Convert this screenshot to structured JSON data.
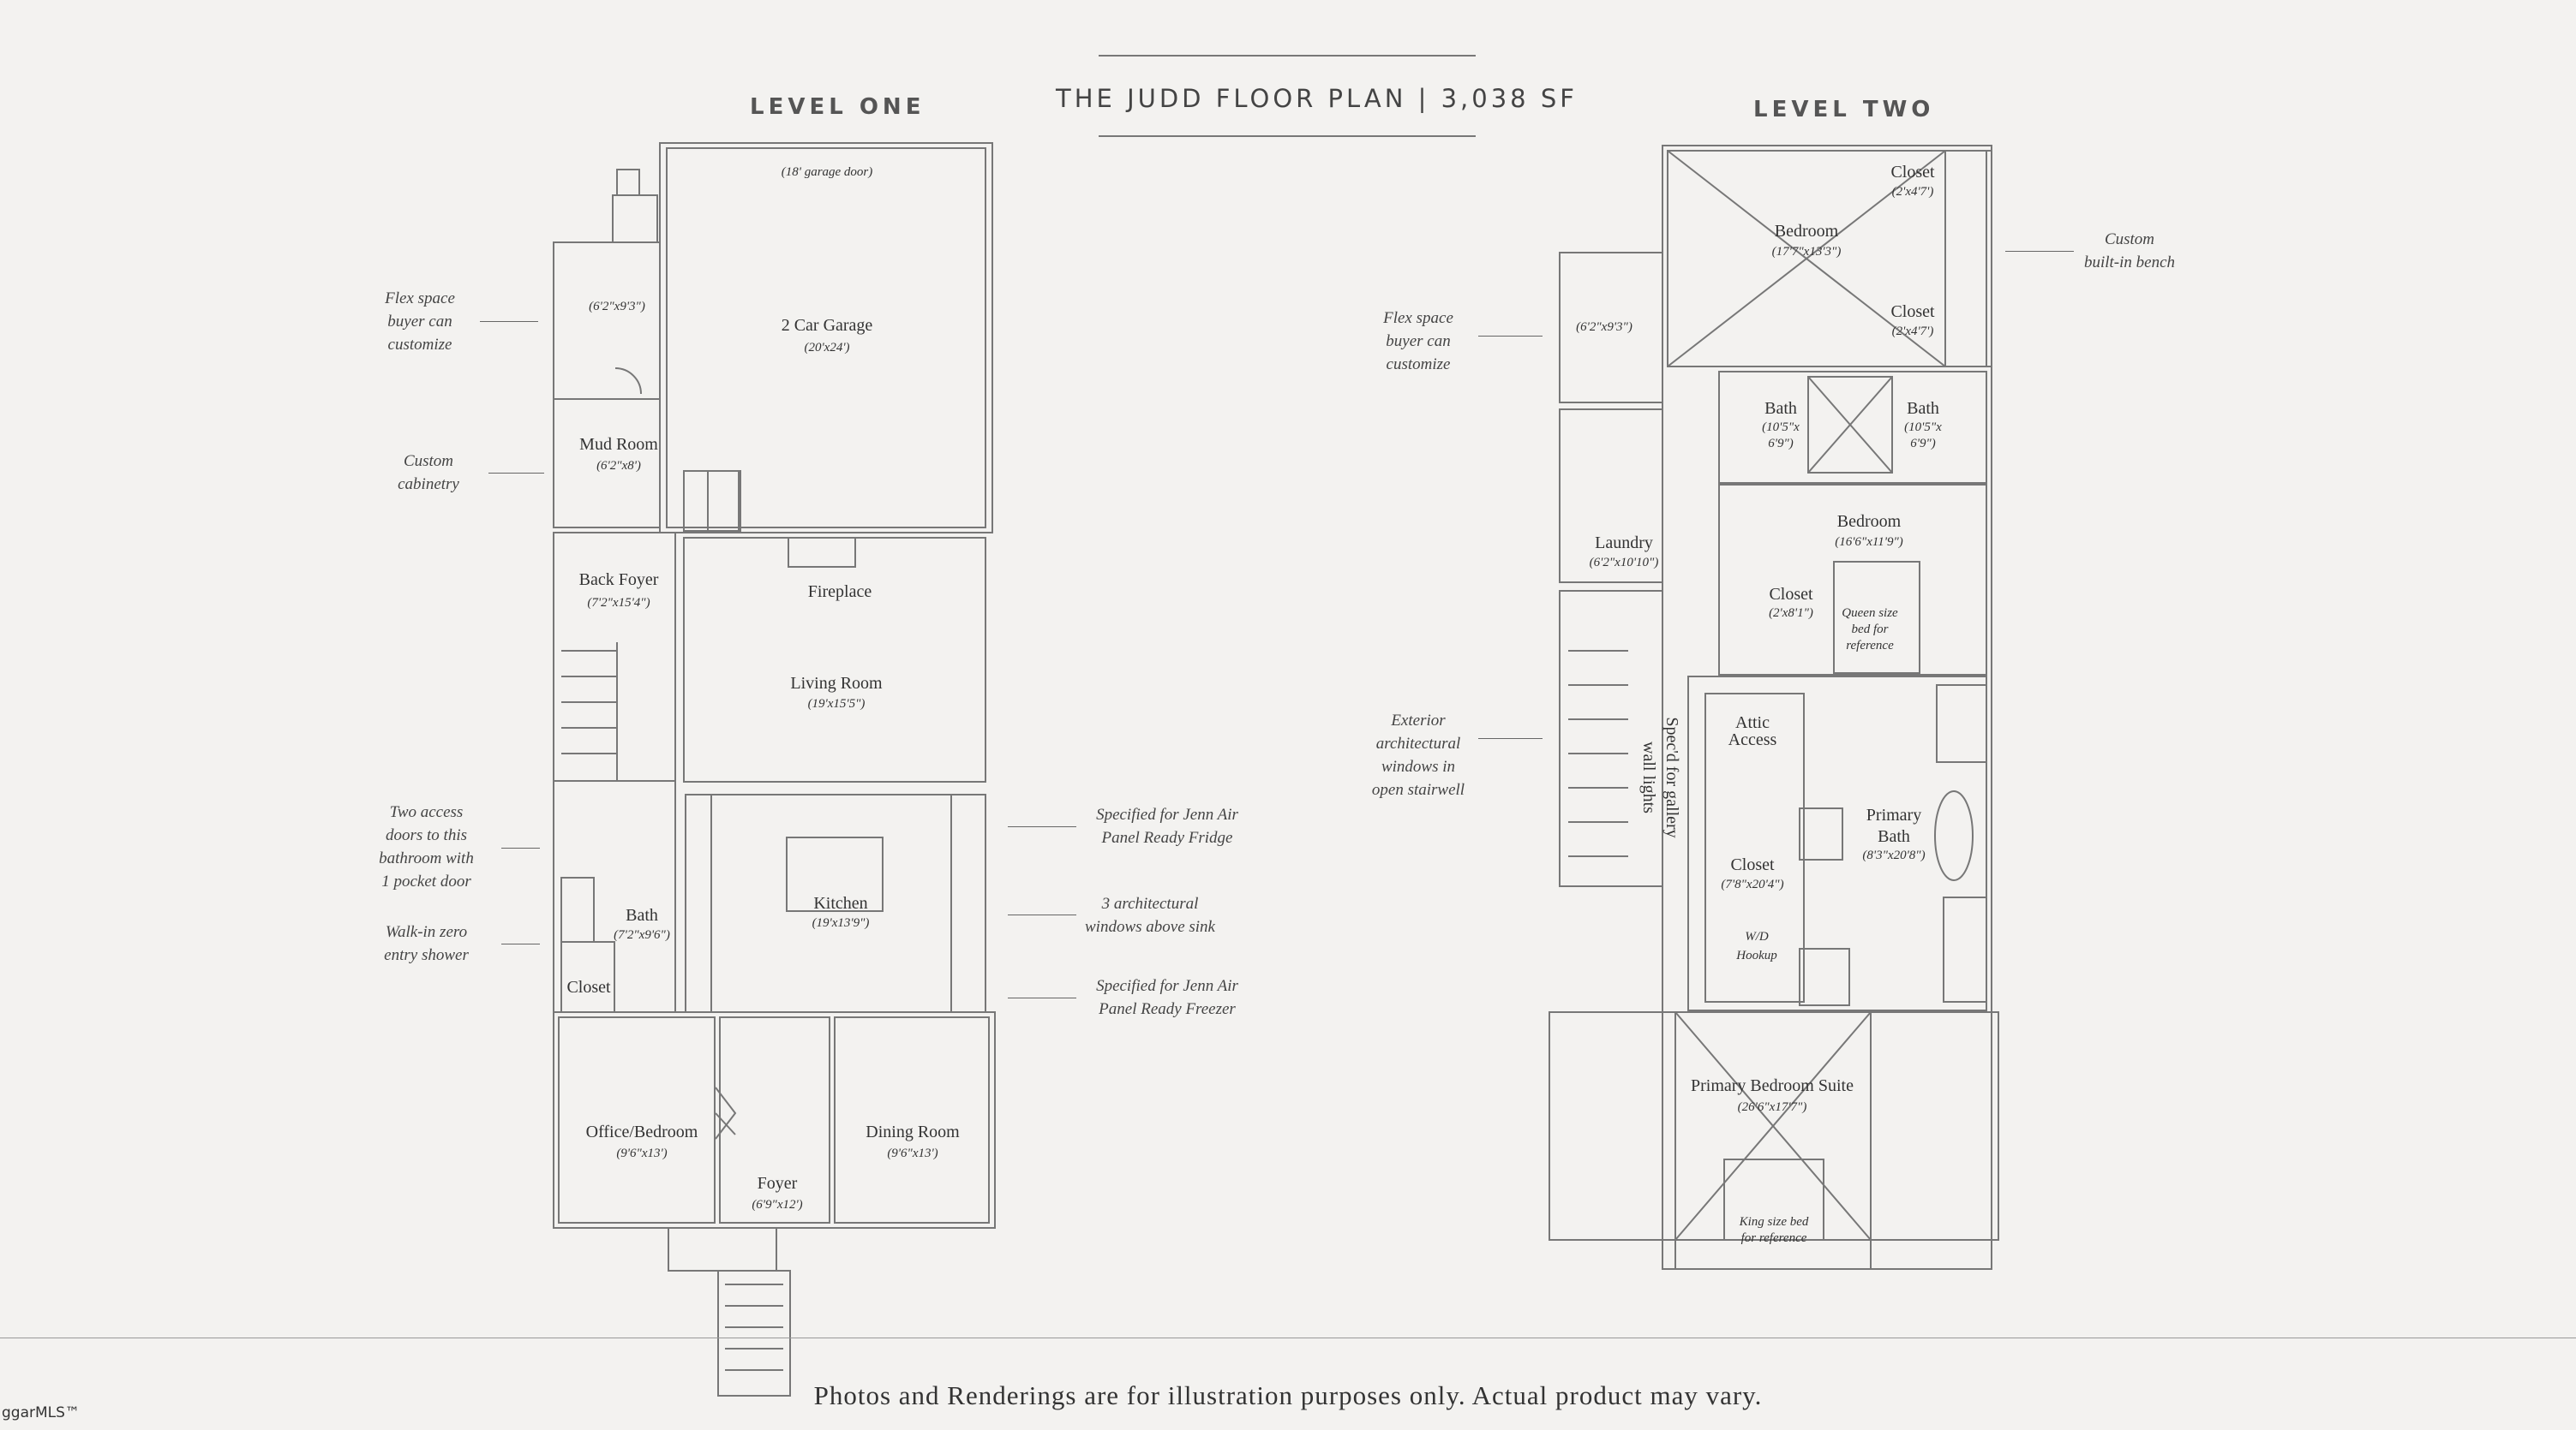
{
  "title": "THE JUDD FLOOR PLAN | 3,038 SF",
  "levels": {
    "one": "LEVEL ONE",
    "two": "LEVEL TWO"
  },
  "level_one": {
    "garage_door": "(18' garage door)",
    "garage": {
      "name": "2 Car Garage",
      "dim": "(20'x24')"
    },
    "flex_dim": "(6'2\"x9'3\")",
    "mud_room": {
      "name": "Mud Room",
      "dim": "(6'2\"x8')"
    },
    "back_foyer": {
      "name": "Back Foyer",
      "dim": "(7'2\"x15'4\")"
    },
    "fireplace": "Fireplace",
    "living_room": {
      "name": "Living Room",
      "dim": "(19'x15'5\")"
    },
    "kitchen": {
      "name": "Kitchen",
      "dim": "(19'x13'9\")"
    },
    "bath": {
      "name": "Bath",
      "dim": "(7'2\"x9'6\")"
    },
    "closet": "Closet",
    "office": {
      "name": "Office/Bedroom",
      "dim": "(9'6\"x13')"
    },
    "dining": {
      "name": "Dining Room",
      "dim": "(9'6\"x13')"
    },
    "foyer": {
      "name": "Foyer",
      "dim": "(6'9\"x12')"
    }
  },
  "level_two": {
    "closet_top": {
      "name": "Closet",
      "dim": "(2'x4'7')"
    },
    "closet_mid": {
      "name": "Closet",
      "dim": "(2'x4'7')"
    },
    "bedroom1": {
      "name": "Bedroom",
      "dim": "(17'7\"x13'3\")"
    },
    "flex_dim": "(6'2\"x9'3\")",
    "bath_left": {
      "name": "Bath",
      "dim1": "(10'5\"x",
      "dim2": "6'9\")"
    },
    "bath_right": {
      "name": "Bath",
      "dim1": "(10'5\"x",
      "dim2": "6'9\")"
    },
    "laundry": {
      "name": "Laundry",
      "dim": "(6'2\"x10'10\")"
    },
    "bedroom2": {
      "name": "Bedroom",
      "dim": "(16'6\"x11'9\")"
    },
    "closet_b2": {
      "name": "Closet",
      "dim": "(2'x8'1\")"
    },
    "queen_bed": [
      "Queen size",
      "bed for",
      "reference"
    ],
    "attic": [
      "Attic",
      "Access"
    ],
    "gallery": [
      "Spec'd for gallery",
      "wall lights"
    ],
    "closet_primary": {
      "name": "Closet",
      "dim": "(7'8\"x20'4\")"
    },
    "primary_bath": {
      "name1": "Primary",
      "name2": "Bath",
      "dim": "(8'3\"x20'8\")"
    },
    "wd": [
      "W/D",
      "Hookup"
    ],
    "primary_suite": {
      "name": "Primary Bedroom Suite",
      "dim": "(26'6\"x17'7\")"
    },
    "king_bed": [
      "King size bed",
      "for reference"
    ]
  },
  "notes_left": {
    "flex": [
      "Flex space",
      "buyer can",
      "customize"
    ],
    "cabinetry": [
      "Custom",
      "cabinetry"
    ],
    "doors": [
      "Two access",
      "doors to this",
      "bathroom with",
      "1 pocket door"
    ],
    "shower": [
      "Walk-in zero",
      "entry shower"
    ]
  },
  "notes_kitchen": {
    "fridge": [
      "Specified for Jenn Air",
      "Panel Ready Fridge"
    ],
    "windows": [
      "3 architectural",
      "windows above sink"
    ],
    "freezer": [
      "Specified for Jenn Air",
      "Panel Ready Freezer"
    ]
  },
  "notes_l2": {
    "flex": [
      "Flex space",
      "buyer can",
      "customize"
    ],
    "stair_windows": [
      "Exterior",
      "architectural",
      "windows in",
      "open stairwell"
    ],
    "bench": [
      "Custom",
      "built-in bench"
    ]
  },
  "footer": "Photos and Renderings are for illustration purposes only. Actual product may vary.",
  "logo": "ggarMLS™"
}
